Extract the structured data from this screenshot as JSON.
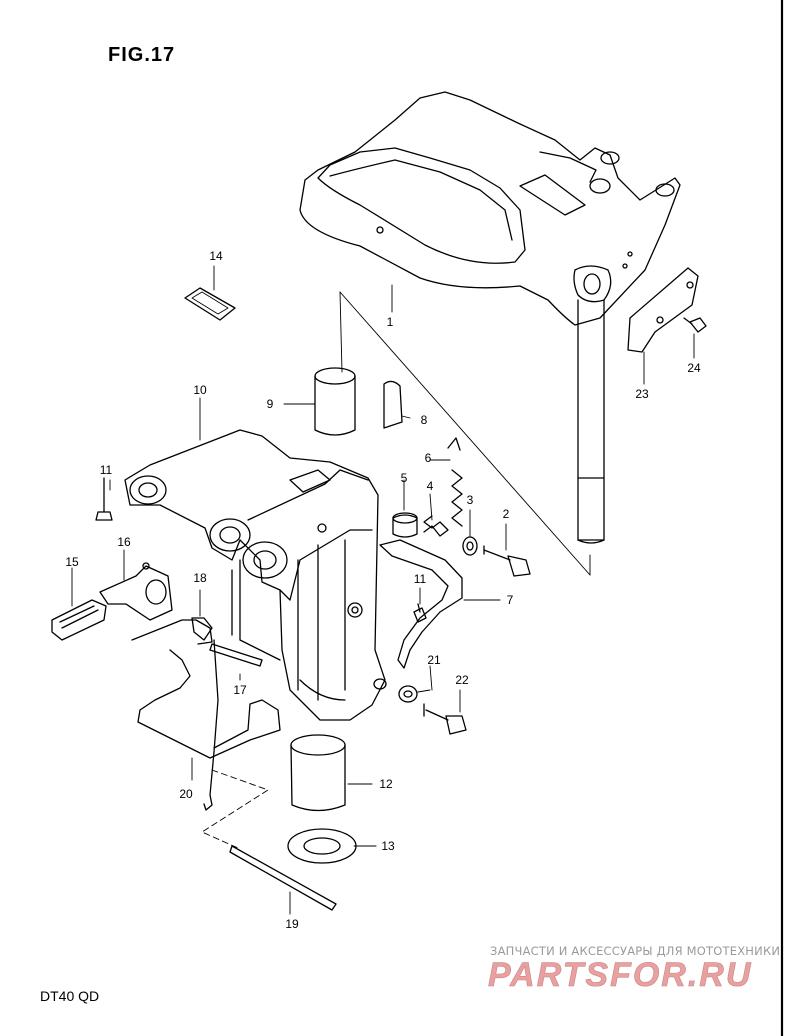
{
  "figure": {
    "title": "FIG.17",
    "model": "DT40 QD"
  },
  "watermark": {
    "caption": "ЗАПЧАСТИ И АКСЕССУАРЫ ДЛЯ МОТОТЕХНИКИ",
    "logo_text": "PARTSFOR.RU",
    "logo_color": "#e8a0a0"
  },
  "callouts": [
    "1",
    "2",
    "3",
    "4",
    "5",
    "6",
    "7",
    "8",
    "9",
    "10",
    "11",
    "11",
    "12",
    "13",
    "14",
    "15",
    "16",
    "17",
    "18",
    "19",
    "20",
    "21",
    "22",
    "23",
    "24"
  ]
}
